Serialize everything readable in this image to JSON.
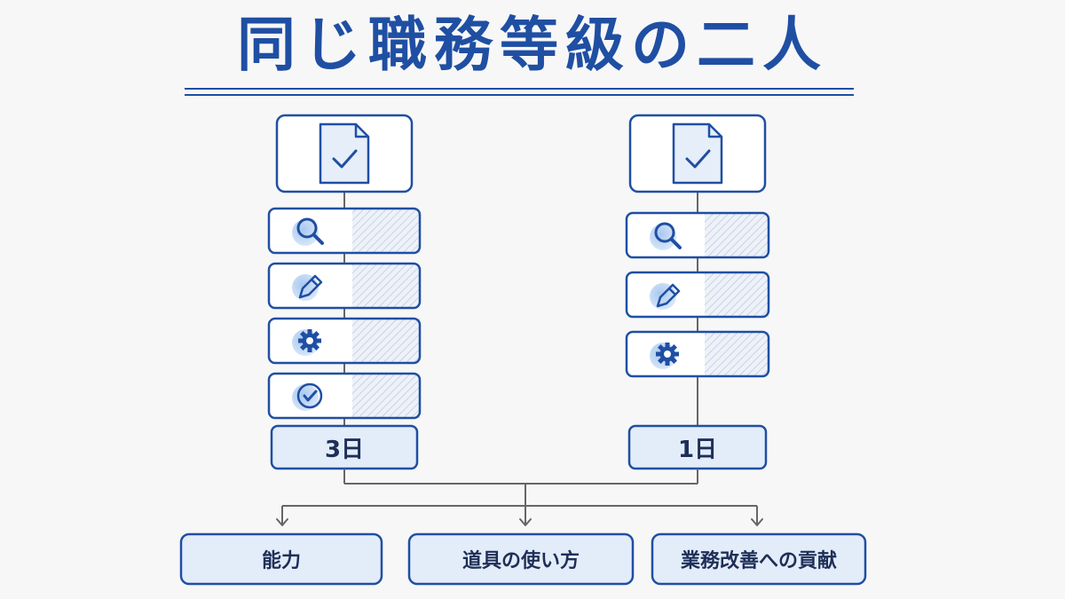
{
  "title": "同じ職務等級の二人",
  "people": [
    {
      "id": "left",
      "doc_icon": "document-check-icon",
      "tasks": [
        "magnifier-icon",
        "pencil-icon",
        "gear-icon",
        "check-circle-icon"
      ],
      "days_label": "3日"
    },
    {
      "id": "right",
      "doc_icon": "document-check-icon",
      "tasks": [
        "magnifier-icon",
        "pencil-icon",
        "gear-icon"
      ],
      "days_label": "1日"
    }
  ],
  "categories": [
    "能力",
    "道具の使い方",
    "業務改善への貢献"
  ],
  "colors": {
    "primary": "#1f4fa3",
    "box_fill": "#e3ecf9",
    "connector": "#666666",
    "text": "#1e2f57"
  }
}
